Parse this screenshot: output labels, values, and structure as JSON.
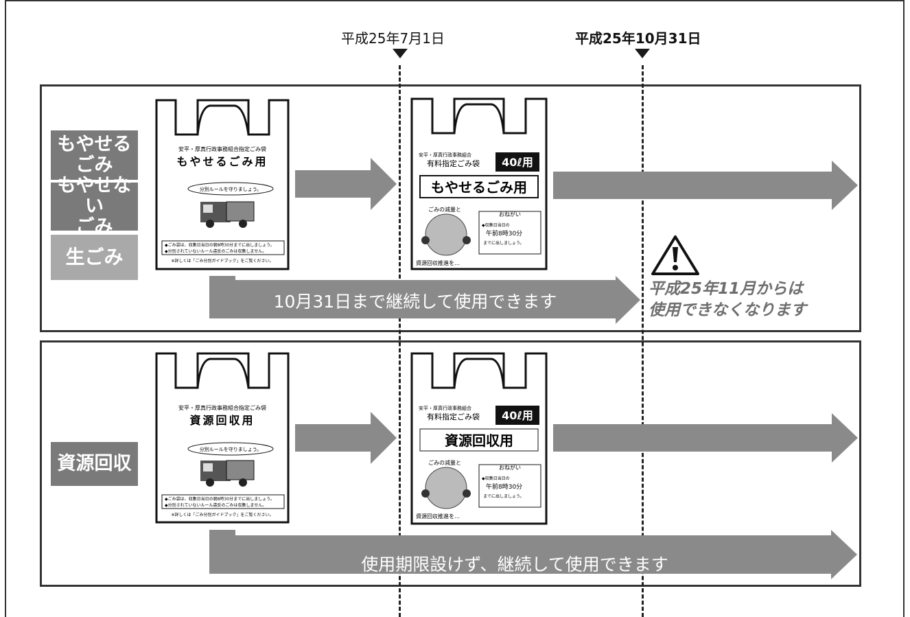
{
  "timeline": {
    "date1": "平成25年7月1日",
    "date2": "平成25年10月31日"
  },
  "panel1": {
    "categories": [
      {
        "line1": "もやせる",
        "line2": "ごみ"
      },
      {
        "line1": "もやせない",
        "line2": "ごみ"
      },
      {
        "line1": "生ごみ",
        "line2": ""
      }
    ],
    "old_bag": {
      "header": "安平・厚真行政事務組合指定ごみ袋",
      "title": "もやせるごみ用",
      "speech": "分別ルールを守りましょう。",
      "note1": "◆ごみ袋は、収集日当日の朝8時30分までに出しましょう。",
      "note2": "◆分別されていないルール違反のごみは収集しません。",
      "note3": "※詳しくは「ごみ分別ガイドブック」をご覧ください。"
    },
    "new_bag": {
      "header1": "安平・厚真行政事務組合",
      "header2": "有料指定ごみ袋",
      "size": "40ℓ用",
      "title": "もやせるごみ用",
      "slogan": "ごみの減量と",
      "request_title": "おねがい",
      "request1": "◆収集日当日の",
      "request2": "午前8時30分",
      "request3": "までに出しましょう。",
      "footer": "資源回収推進を…"
    },
    "band_text": "10月31日まで継続して使用できます",
    "warning_line1": "平成25年11月からは",
    "warning_line2": "使用できなくなります"
  },
  "panel2": {
    "category": "資源回収",
    "old_bag": {
      "header": "安平・厚真行政事務組合指定ごみ袋",
      "title": "資源回収用",
      "speech": "分別ルールを守りましょう。",
      "note1": "◆ごみ袋は、収集日当日の朝8時30分までに出しましょう。",
      "note2": "◆分別されていないルール違反のごみは収集しません。",
      "note3": "※詳しくは「ごみ分別ガイドブック」をご覧ください。"
    },
    "new_bag": {
      "header1": "安平・厚真行政事務組合",
      "header2": "有料指定ごみ袋",
      "size": "40ℓ用",
      "title": "資源回収用",
      "slogan": "ごみの減量と",
      "request_title": "おねがい",
      "request1": "◆収集日当日の",
      "request2": "午前8時30分",
      "request3": "までに出しましょう。",
      "footer": "資源回収推進を…"
    },
    "band_text": "使用期限設けず、継続して使用できます"
  },
  "colors": {
    "arrow": "#8a8a8a",
    "category_dark": "#7a7a7a",
    "category_light": "#a9a9a9",
    "warning_text": "#6e6e6e"
  }
}
